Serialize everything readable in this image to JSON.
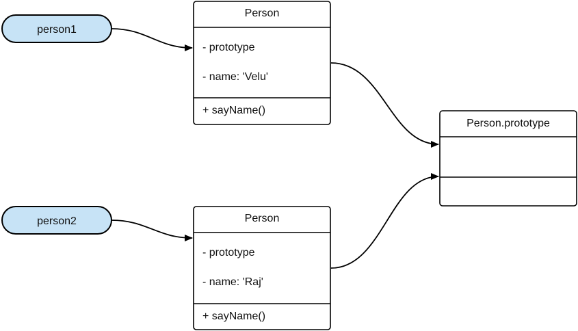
{
  "nodes": {
    "person1": {
      "label": "person1"
    },
    "person2": {
      "label": "person2"
    }
  },
  "classes": {
    "person_top": {
      "title": "Person",
      "attributes": [
        "- prototype",
        "- name: 'Velu'"
      ],
      "methods": [
        "+ sayName()"
      ]
    },
    "person_bottom": {
      "title": "Person",
      "attributes": [
        "- prototype",
        "- name: 'Raj'"
      ],
      "methods": [
        "+ sayName()"
      ]
    },
    "prototype": {
      "title": "Person.prototype"
    }
  },
  "colors": {
    "ellipse_fill": "#c7e3f6",
    "stroke": "#000000",
    "background": "#ffffff"
  }
}
